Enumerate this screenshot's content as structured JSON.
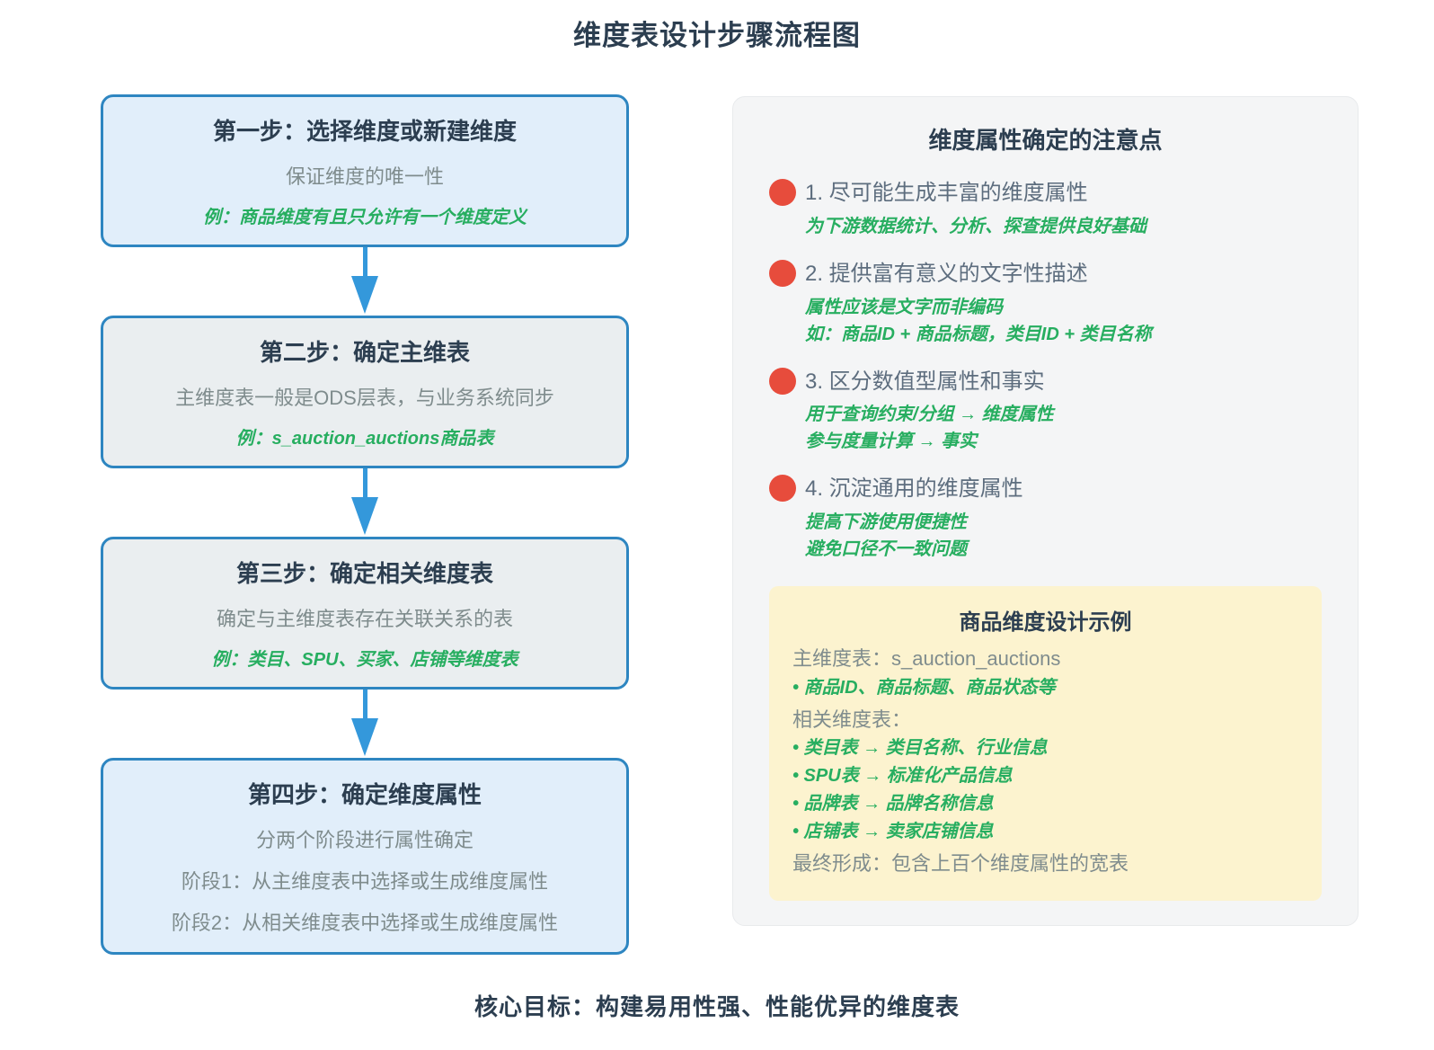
{
  "page": {
    "title": "维度表设计步骤流程图",
    "footer": "核心目标：构建易用性强、性能优异的维度表"
  },
  "colors": {
    "box_border_blue": "#2e86c1",
    "arrow_blue": "#3498db",
    "box_fill_blue": "#e1eefa",
    "box_fill_gray": "#eaeef0",
    "panel_fill": "#f4f5f6",
    "example_fill": "#fcf3cf",
    "dot_red": "#e74c3c",
    "heading_dark": "#2c3e50",
    "text_gray": "#7f8c8d",
    "text_green": "#27ae60"
  },
  "flow": {
    "steps": [
      {
        "title": "第一步：选择维度或新建维度",
        "subtitle": "保证维度的唯一性",
        "example": "例：商品维度有且只允许有一个维度定义"
      },
      {
        "title": "第二步：确定主维表",
        "subtitle": "主维度表一般是ODS层表，与业务系统同步",
        "example": "例：s_auction_auctions商品表"
      },
      {
        "title": "第三步：确定相关维度表",
        "subtitle": "确定与主维度表存在关联关系的表",
        "example": "例：类目、SPU、买家、店铺等维度表"
      },
      {
        "title": "第四步：确定维度属性",
        "subtitle": "分两个阶段进行属性确定",
        "lines": [
          "阶段1：从主维度表中选择或生成维度属性",
          "阶段2：从相关维度表中选择或生成维度属性"
        ]
      }
    ]
  },
  "notes": {
    "title": "维度属性确定的注意点",
    "items": [
      {
        "label": "1. 尽可能生成丰富的维度属性",
        "details": [
          "为下游数据统计、分析、探查提供良好基础"
        ]
      },
      {
        "label": "2. 提供富有意义的文字性描述",
        "details": [
          "属性应该是文字而非编码",
          "如：商品ID + 商品标题，类目ID + 类目名称"
        ]
      },
      {
        "label": "3. 区分数值型属性和事实",
        "details": [
          "用于查询约束/分组 → 维度属性",
          "参与度量计算 → 事实"
        ]
      },
      {
        "label": "4. 沉淀通用的维度属性",
        "details": [
          "提高下游使用便捷性",
          "避免口径不一致问题"
        ]
      }
    ],
    "example": {
      "title": "商品维度设计示例",
      "main_table_label": "主维度表：s_auction_auctions",
      "main_table_attrs": "• 商品ID、商品标题、商品状态等",
      "related_label": "相关维度表：",
      "related": [
        "• 类目表 → 类目名称、行业信息",
        "• SPU表 → 标准化产品信息",
        "• 品牌表 → 品牌名称信息",
        "• 店铺表 → 卖家店铺信息"
      ],
      "final": "最终形成：包含上百个维度属性的宽表"
    }
  }
}
